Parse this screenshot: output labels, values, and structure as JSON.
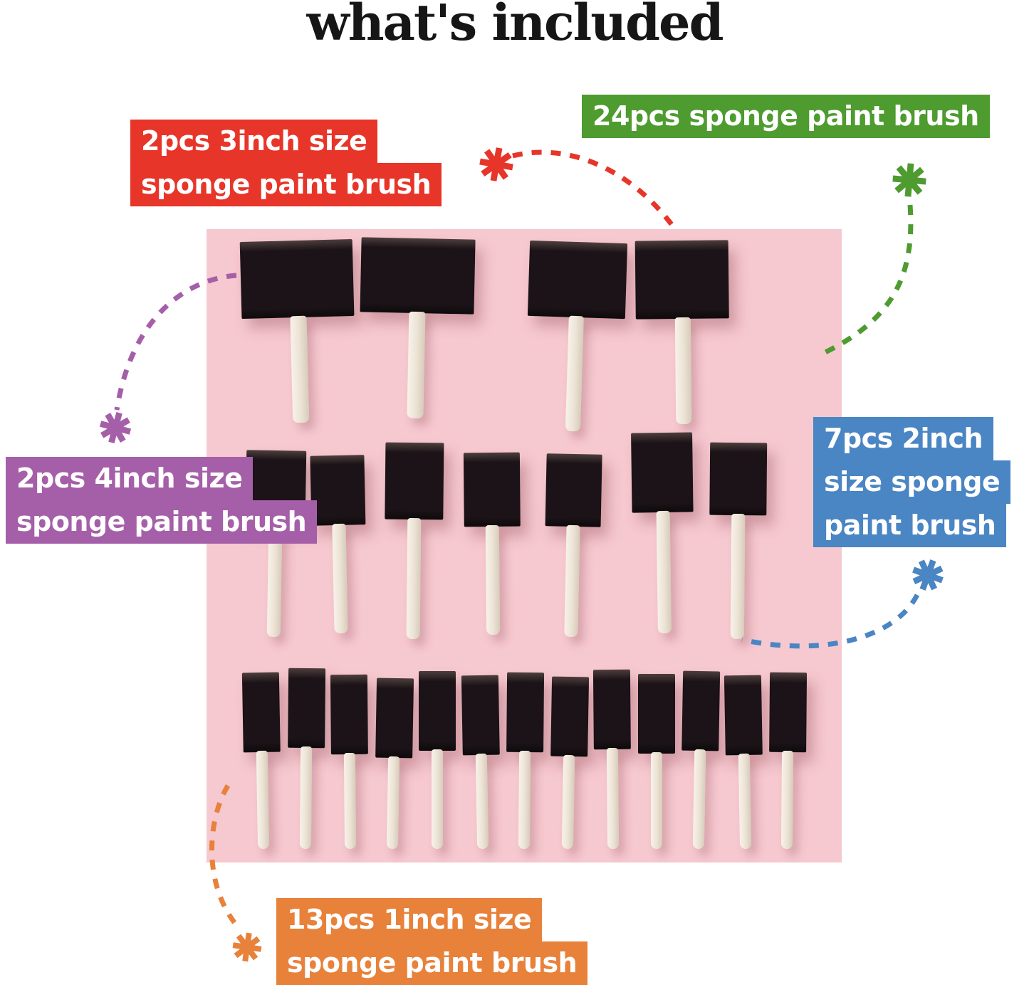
{
  "title": "what's included",
  "labels": {
    "sponge_3inch": {
      "lines": [
        "2pcs 3inch size",
        "sponge paint brush"
      ],
      "color": "#e73529"
    },
    "sponge_24pcs": {
      "lines": [
        "24pcs sponge paint brush"
      ],
      "color": "#4e9b2f"
    },
    "sponge_4inch": {
      "lines": [
        "2pcs 4inch size",
        "sponge paint brush"
      ],
      "color": "#a55fa8"
    },
    "sponge_2inch": {
      "lines": [
        "7pcs 2inch",
        "size sponge",
        "paint brush"
      ],
      "color": "#4a85c4"
    },
    "sponge_1inch": {
      "lines": [
        "13pcs 1inch size",
        "sponge paint brush"
      ],
      "color": "#e8813a"
    }
  },
  "photo": {
    "background": "#f6c8cf",
    "foam_color": "#1b1317",
    "handle_color": "#ece3d5",
    "rows": [
      {
        "id": "top",
        "brush_count": 4,
        "description": "2pcs 4inch and 2pcs 3inch sponge brushes"
      },
      {
        "id": "middle",
        "brush_count": 7,
        "description": "7pcs 2inch sponge brushes"
      },
      {
        "id": "bottom",
        "brush_count": 13,
        "description": "13pcs 1inch sponge brushes"
      }
    ]
  }
}
